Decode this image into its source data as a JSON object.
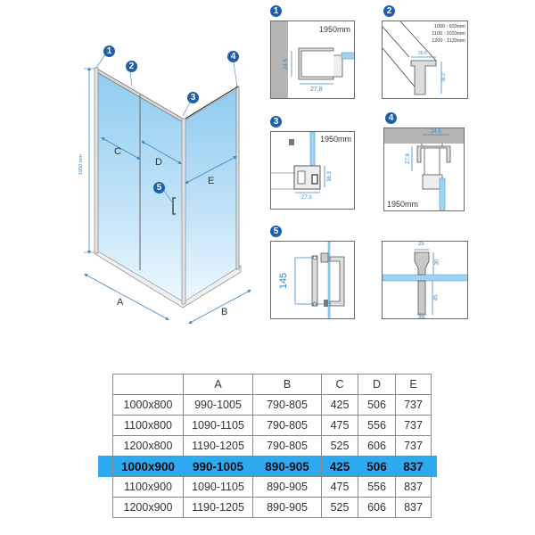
{
  "diagram": {
    "title": "Sliding shower enclosure dimensions",
    "height_label": "1950 mm",
    "dimension_labels": [
      "A",
      "B",
      "C",
      "D",
      "E"
    ],
    "callouts": [
      "1",
      "2",
      "3",
      "4",
      "5"
    ],
    "colors": {
      "glass": "#a9d6f2",
      "badge": "#1f5fa8",
      "dimension": "#3a86c4",
      "highlight": "#2eaaf0",
      "frame": "#bfbfbf"
    }
  },
  "details": [
    {
      "id": "1",
      "height_text": "1950mm",
      "dims": [
        "24.5",
        "27.8"
      ]
    },
    {
      "id": "2",
      "lengths": [
        "1000 : 933mm",
        "1100 : 1033mm",
        "1200 : 1133mm"
      ],
      "dims": [
        "20.6",
        "36.2"
      ]
    },
    {
      "id": "3",
      "height_text": "1950mm",
      "dims": [
        "36.3",
        "27.3"
      ]
    },
    {
      "id": "4",
      "height_text": "1950mm",
      "dims": [
        "24.5",
        "27.8"
      ]
    },
    {
      "id": "5",
      "dims": [
        "145"
      ]
    },
    {
      "id": "6",
      "dims": [
        "25",
        "30",
        "45",
        "15"
      ]
    }
  ],
  "table": {
    "headers": [
      "",
      "A",
      "B",
      "C",
      "D",
      "E"
    ],
    "rows": [
      [
        "1000x800",
        "990-1005",
        "790-805",
        "425",
        "506",
        "737"
      ],
      [
        "1100x800",
        "1090-1105",
        "790-805",
        "475",
        "556",
        "737"
      ],
      [
        "1200x800",
        "1190-1205",
        "790-805",
        "525",
        "606",
        "737"
      ],
      [
        "1000x900",
        "990-1005",
        "890-905",
        "425",
        "506",
        "837"
      ],
      [
        "1100x900",
        "1090-1105",
        "890-905",
        "475",
        "556",
        "837"
      ],
      [
        "1200x900",
        "1190-1205",
        "890-905",
        "525",
        "606",
        "837"
      ]
    ],
    "highlighted_row": 3
  }
}
